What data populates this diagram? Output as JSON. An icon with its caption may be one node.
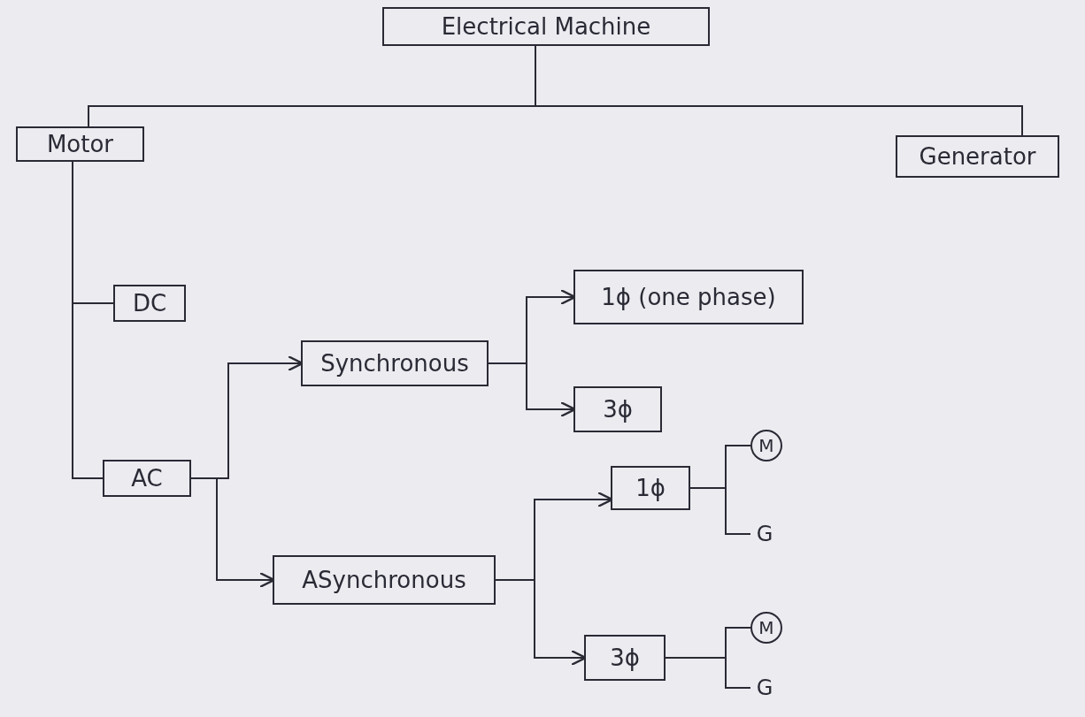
{
  "diagram": {
    "nodes": [
      {
        "text": [
          "Electrical Machine"
        ]
      },
      {
        "text": [
          "Motor"
        ]
      },
      {
        "text": [
          "Generator"
        ]
      },
      {
        "text": [
          "DC"
        ]
      },
      {
        "text": [
          "AC"
        ]
      },
      {
        "text": [
          "Synchronous"
        ]
      },
      {
        "text": [
          "1ϕ (one phase)"
        ]
      },
      {
        "text": [
          "3ϕ"
        ]
      },
      {
        "text": [
          "ASynchronous"
        ]
      },
      {
        "text": [
          "1ϕ"
        ]
      },
      {
        "text": [
          "M"
        ]
      },
      {
        "text": [
          "G"
        ]
      },
      {
        "text": [
          "3ϕ"
        ]
      },
      {
        "text": [
          "M"
        ]
      },
      {
        "text": [
          "G"
        ]
      }
    ],
    "edges": [
      {
        "from": 0,
        "to": 1,
        "arrow": "none"
      },
      {
        "from": 0,
        "to": 2,
        "arrow": "none"
      },
      {
        "from": 1,
        "to": 3,
        "arrow": "none"
      },
      {
        "from": 1,
        "to": 4,
        "arrow": "none"
      },
      {
        "from": 4,
        "to": 5,
        "arrow": "to"
      },
      {
        "from": 4,
        "to": 8,
        "arrow": "to"
      },
      {
        "from": 5,
        "to": 6,
        "arrow": "to"
      },
      {
        "from": 5,
        "to": 7,
        "arrow": "to"
      },
      {
        "from": 8,
        "to": 9,
        "arrow": "to"
      },
      {
        "from": 8,
        "to": 12,
        "arrow": "to"
      },
      {
        "from": 9,
        "to": 10,
        "arrow": "none"
      },
      {
        "from": 9,
        "to": 11,
        "arrow": "none"
      },
      {
        "from": 12,
        "to": 13,
        "arrow": "none"
      },
      {
        "from": 12,
        "to": 14,
        "arrow": "none"
      }
    ]
  }
}
